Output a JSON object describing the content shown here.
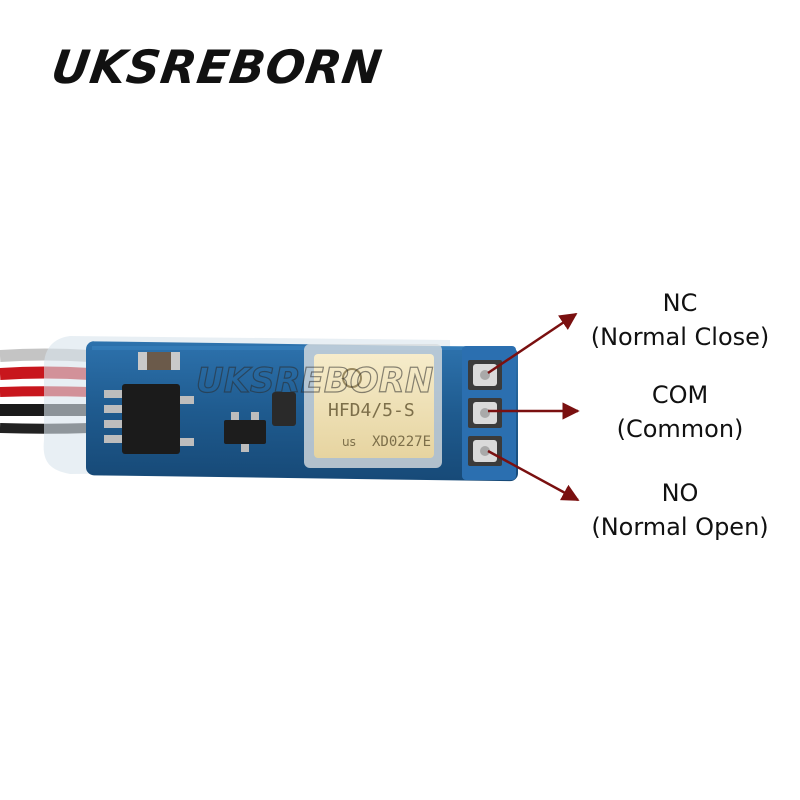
{
  "brand": {
    "name": "UKSREBORN",
    "watermark": "UKSREBORN"
  },
  "relay": {
    "model": "HFD4/5-S",
    "code": "XD0227E",
    "mark": "us"
  },
  "pins": [
    {
      "abbr": "NC",
      "name": "(Normal Close)"
    },
    {
      "abbr": "COM",
      "name": "(Common)"
    },
    {
      "abbr": "NO",
      "name": "(Normal Open)"
    }
  ],
  "colors": {
    "pcb": "#1f5b8f",
    "arrow": "#7a1010",
    "relay_body": "#efe2b8"
  }
}
